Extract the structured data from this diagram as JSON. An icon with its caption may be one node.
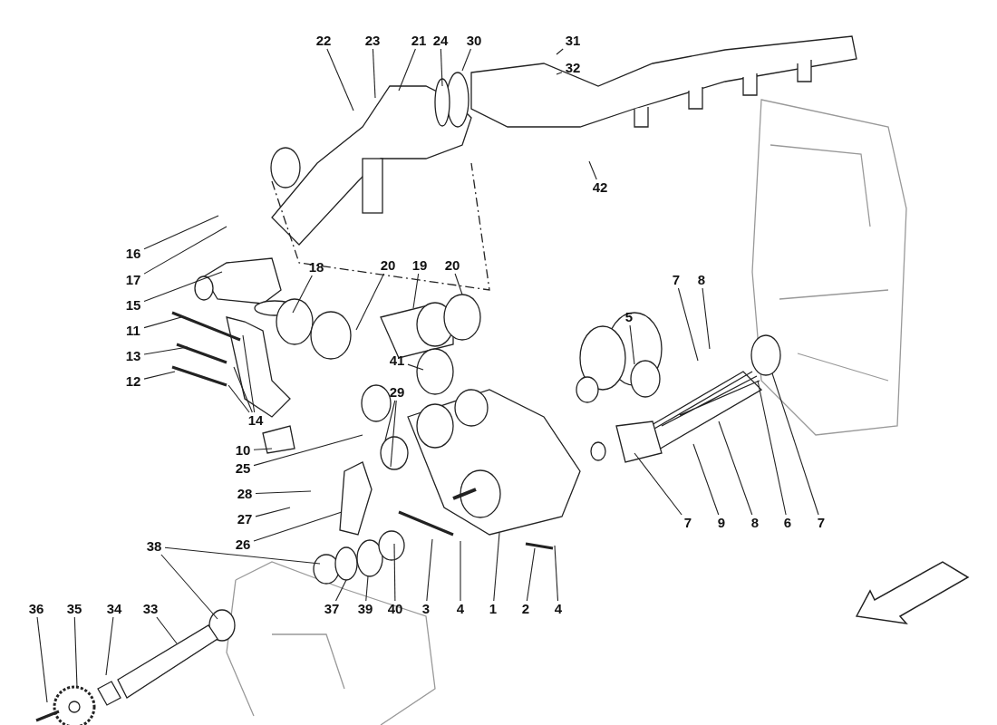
{
  "diagram": {
    "nodes": [
      {
        "text": [
          "22"
        ]
      },
      {
        "text": [
          "23"
        ]
      },
      {
        "text": [
          "21"
        ]
      },
      {
        "text": [
          "24"
        ]
      },
      {
        "text": [
          "30"
        ]
      },
      {
        "text": [
          "31"
        ]
      },
      {
        "text": [
          "32"
        ]
      },
      {
        "text": [
          "42"
        ]
      },
      {
        "text": [
          "16"
        ]
      },
      {
        "text": [
          "17"
        ]
      },
      {
        "text": [
          "15"
        ]
      },
      {
        "text": [
          "18"
        ]
      },
      {
        "text": [
          "20"
        ]
      },
      {
        "text": [
          "19"
        ]
      },
      {
        "text": [
          "20"
        ]
      },
      {
        "text": [
          "11"
        ]
      },
      {
        "text": [
          "13"
        ]
      },
      {
        "text": [
          "12"
        ]
      },
      {
        "text": [
          "14"
        ]
      },
      {
        "text": [
          "10"
        ]
      },
      {
        "text": [
          "41"
        ]
      },
      {
        "text": [
          "29"
        ]
      },
      {
        "text": [
          "5"
        ]
      },
      {
        "text": [
          "7"
        ]
      },
      {
        "text": [
          "8"
        ]
      },
      {
        "text": [
          "25"
        ]
      },
      {
        "text": [
          "28"
        ]
      },
      {
        "text": [
          "27"
        ]
      },
      {
        "text": [
          "26"
        ]
      },
      {
        "text": [
          "38"
        ]
      },
      {
        "text": [
          "37"
        ]
      },
      {
        "text": [
          "39"
        ]
      },
      {
        "text": [
          "40"
        ]
      },
      {
        "text": [
          "3"
        ]
      },
      {
        "text": [
          "4"
        ]
      },
      {
        "text": [
          "1"
        ]
      },
      {
        "text": [
          "2"
        ]
      },
      {
        "text": [
          "4"
        ]
      },
      {
        "text": [
          "7"
        ]
      },
      {
        "text": [
          "9"
        ]
      },
      {
        "text": [
          "8"
        ]
      },
      {
        "text": [
          "6"
        ]
      },
      {
        "text": [
          "7"
        ]
      },
      {
        "text": [
          "36"
        ]
      },
      {
        "text": [
          "35"
        ]
      },
      {
        "text": [
          "34"
        ]
      },
      {
        "text": [
          "33"
        ]
      }
    ],
    "edges": [
      {
        "from": 0,
        "to": null,
        "arrow": "none"
      },
      {
        "from": 1,
        "to": null,
        "arrow": "none"
      },
      {
        "from": 2,
        "to": null,
        "arrow": "none"
      },
      {
        "from": 3,
        "to": null,
        "arrow": "none"
      },
      {
        "from": 4,
        "to": null,
        "arrow": "none"
      },
      {
        "from": 5,
        "to": null,
        "arrow": "none"
      },
      {
        "from": 6,
        "to": null,
        "arrow": "none"
      },
      {
        "from": 7,
        "to": null,
        "arrow": "none"
      },
      {
        "from": 8,
        "to": null,
        "arrow": "none"
      },
      {
        "from": 9,
        "to": null,
        "arrow": "none"
      },
      {
        "from": 10,
        "to": null,
        "arrow": "none"
      },
      {
        "from": 11,
        "to": null,
        "arrow": "none"
      },
      {
        "from": 12,
        "to": null,
        "arrow": "none"
      },
      {
        "from": 13,
        "to": null,
        "arrow": "none"
      },
      {
        "from": 14,
        "to": null,
        "arrow": "none"
      },
      {
        "from": 15,
        "to": null,
        "arrow": "none"
      },
      {
        "from": 16,
        "to": null,
        "arrow": "none"
      },
      {
        "from": 17,
        "to": null,
        "arrow": "none"
      },
      {
        "from": 18,
        "to": null,
        "arrow": "none"
      },
      {
        "from": 18,
        "to": null,
        "arrow": "none"
      },
      {
        "from": 18,
        "to": null,
        "arrow": "none"
      },
      {
        "from": 19,
        "to": null,
        "arrow": "none"
      },
      {
        "from": 20,
        "to": null,
        "arrow": "none"
      },
      {
        "from": 21,
        "to": null,
        "arrow": "none"
      },
      {
        "from": 21,
        "to": null,
        "arrow": "none"
      },
      {
        "from": 22,
        "to": null,
        "arrow": "none"
      },
      {
        "from": 23,
        "to": null,
        "arrow": "none"
      },
      {
        "from": 24,
        "to": null,
        "arrow": "none"
      },
      {
        "from": 25,
        "to": null,
        "arrow": "none"
      },
      {
        "from": 26,
        "to": null,
        "arrow": "none"
      },
      {
        "from": 27,
        "to": null,
        "arrow": "none"
      },
      {
        "from": 28,
        "to": null,
        "arrow": "none"
      },
      {
        "from": 29,
        "to": null,
        "arrow": "none"
      },
      {
        "from": 29,
        "to": null,
        "arrow": "none"
      },
      {
        "from": 30,
        "to": null,
        "arrow": "none"
      },
      {
        "from": 31,
        "to": null,
        "arrow": "none"
      },
      {
        "from": 32,
        "to": null,
        "arrow": "none"
      },
      {
        "from": 33,
        "to": null,
        "arrow": "none"
      },
      {
        "from": 34,
        "to": null,
        "arrow": "none"
      },
      {
        "from": 35,
        "to": null,
        "arrow": "none"
      },
      {
        "from": 36,
        "to": null,
        "arrow": "none"
      },
      {
        "from": 37,
        "to": null,
        "arrow": "none"
      },
      {
        "from": 38,
        "to": null,
        "arrow": "none"
      },
      {
        "from": 39,
        "to": null,
        "arrow": "none"
      },
      {
        "from": 40,
        "to": null,
        "arrow": "none"
      },
      {
        "from": 41,
        "to": null,
        "arrow": "none"
      },
      {
        "from": 42,
        "to": null,
        "arrow": "none"
      },
      {
        "from": 43,
        "to": null,
        "arrow": "none"
      },
      {
        "from": 44,
        "to": null,
        "arrow": "none"
      },
      {
        "from": 45,
        "to": null,
        "arrow": "none"
      },
      {
        "from": 46,
        "to": null,
        "arrow": "none"
      }
    ]
  }
}
